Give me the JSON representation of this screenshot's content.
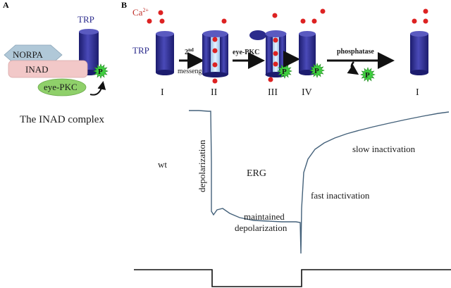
{
  "panels": {
    "a": "A",
    "b": "B"
  },
  "complex": {
    "trp_label": "TRP",
    "norpa": "NORPA",
    "inad": "INAD",
    "eye_pkc": "eye-PKC",
    "p": "P",
    "caption": "The INAD complex"
  },
  "cycle": {
    "ca_label": "Ca",
    "ca_charge": "2+",
    "trp_label": "TRP",
    "second": "2",
    "second_sup": "nd",
    "messenger": "messenger",
    "eye_pkc": "eye-PKC",
    "phosphatase": "phosphatase",
    "p": "P",
    "stages": [
      "I",
      "II",
      "III",
      "IV",
      "I"
    ]
  },
  "erg": {
    "wt": "wt",
    "depolarization": "depolarization",
    "erg": "ERG",
    "maintained_1": "maintained",
    "maintained_2": "depolarization",
    "fast": "fast inactivation",
    "slow": "slow inactivation"
  },
  "colors": {
    "channel": "#2b2b8c",
    "channel_light": "#5a5ac0",
    "ca": "#dd2222",
    "p_burst": "#3fcf3f",
    "norpa": "#b0c8d8",
    "inad": "#f2c8c8",
    "eye_pkc": "#8fd06a",
    "trace": "#44617a"
  }
}
